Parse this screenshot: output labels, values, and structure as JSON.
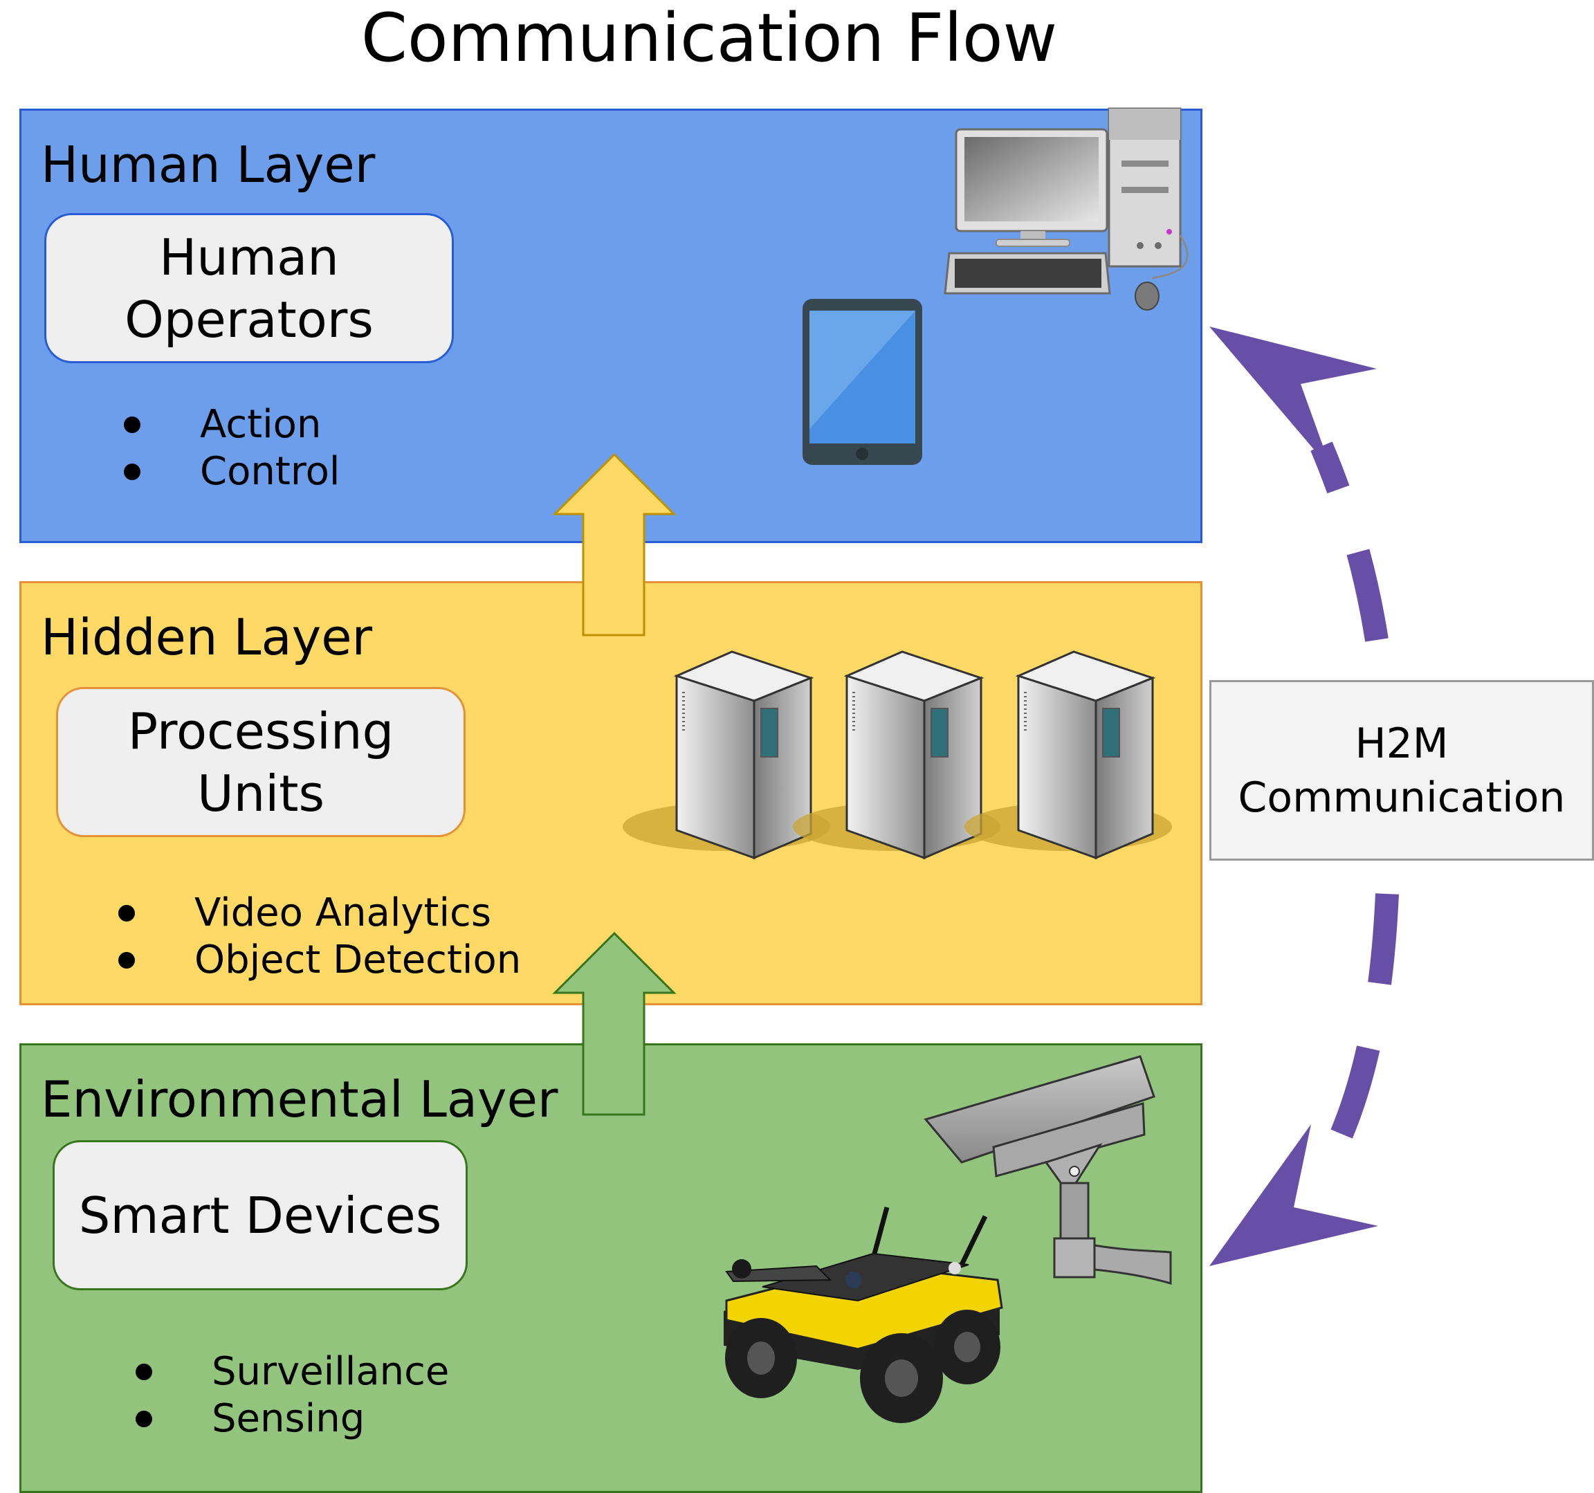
{
  "title": "Communication Flow",
  "layers": {
    "human": {
      "title": "Human Layer",
      "box": [
        "Human",
        "Operators"
      ],
      "bullets": [
        "Action",
        "Control"
      ],
      "color": "#6d9eeb"
    },
    "hidden": {
      "title": "Hidden Layer",
      "box": [
        "Processing",
        "Units"
      ],
      "bullets": [
        "Video Analytics",
        "Object Detection"
      ],
      "color": "#ffd966"
    },
    "environmental": {
      "title": "Environmental Layer",
      "box": [
        "Smart Devices"
      ],
      "bullets": [
        "Surveillance",
        "Sensing"
      ],
      "color": "#93c47d"
    }
  },
  "h2m": [
    "H2M",
    "Communication"
  ],
  "icons": {
    "human": [
      "desktop-computer-icon",
      "tablet-icon"
    ],
    "hidden": [
      "server-icon",
      "server-icon",
      "server-icon"
    ],
    "environmental": [
      "ground-robot-icon",
      "security-camera-icon"
    ]
  },
  "arrow_colors": {
    "up_yellow": "#ffd966",
    "up_green": "#93c47d",
    "h2m": "#674ea7"
  }
}
